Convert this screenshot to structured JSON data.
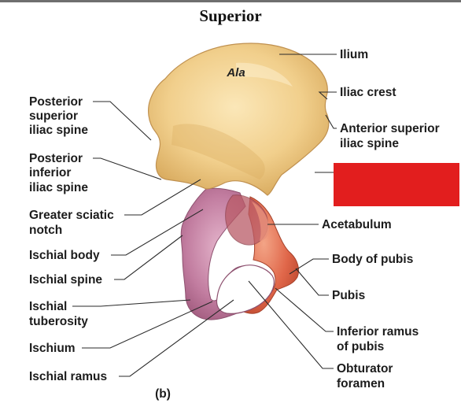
{
  "figure": {
    "title": "Superior",
    "panel": "(b)",
    "region_label": "Ala"
  },
  "labels": {
    "left": [
      {
        "id": "posterior-superior-iliac-spine",
        "lines": [
          "Posterior",
          "superior",
          "iliac spine"
        ]
      },
      {
        "id": "posterior-inferior-iliac-spine",
        "lines": [
          "Posterior",
          "inferior",
          "iliac spine"
        ]
      },
      {
        "id": "greater-sciatic-notch",
        "lines": [
          "Greater sciatic",
          "notch"
        ]
      },
      {
        "id": "ischial-body",
        "lines": [
          "Ischial body"
        ]
      },
      {
        "id": "ischial-spine",
        "lines": [
          "Ischial spine"
        ]
      },
      {
        "id": "ischial-tuberosity",
        "lines": [
          "Ischial",
          "tuberosity"
        ]
      },
      {
        "id": "ischium",
        "lines": [
          "Ischium"
        ]
      },
      {
        "id": "ischial-ramus",
        "lines": [
          "Ischial ramus"
        ]
      }
    ],
    "right": [
      {
        "id": "ilium",
        "lines": [
          "Ilium"
        ]
      },
      {
        "id": "iliac-crest",
        "lines": [
          "Iliac crest"
        ]
      },
      {
        "id": "anterior-superior-iliac-spine",
        "lines": [
          "Anterior superior",
          "iliac spine"
        ]
      },
      {
        "id": "acetabulum",
        "lines": [
          "Acetabulum"
        ]
      },
      {
        "id": "body-of-pubis",
        "lines": [
          "Body of pubis"
        ]
      },
      {
        "id": "pubis",
        "lines": [
          "Pubis"
        ]
      },
      {
        "id": "inferior-ramus-of-pubis",
        "lines": [
          "Inferior ramus",
          "of pubis"
        ]
      },
      {
        "id": "obturator-foramen",
        "lines": [
          "Obturator",
          "foramen"
        ]
      }
    ]
  },
  "colors": {
    "ilium": "#f1cf8c",
    "ischium": "#c27da0",
    "pubis": "#e0674a",
    "redaction_box": "#e21e1e"
  }
}
